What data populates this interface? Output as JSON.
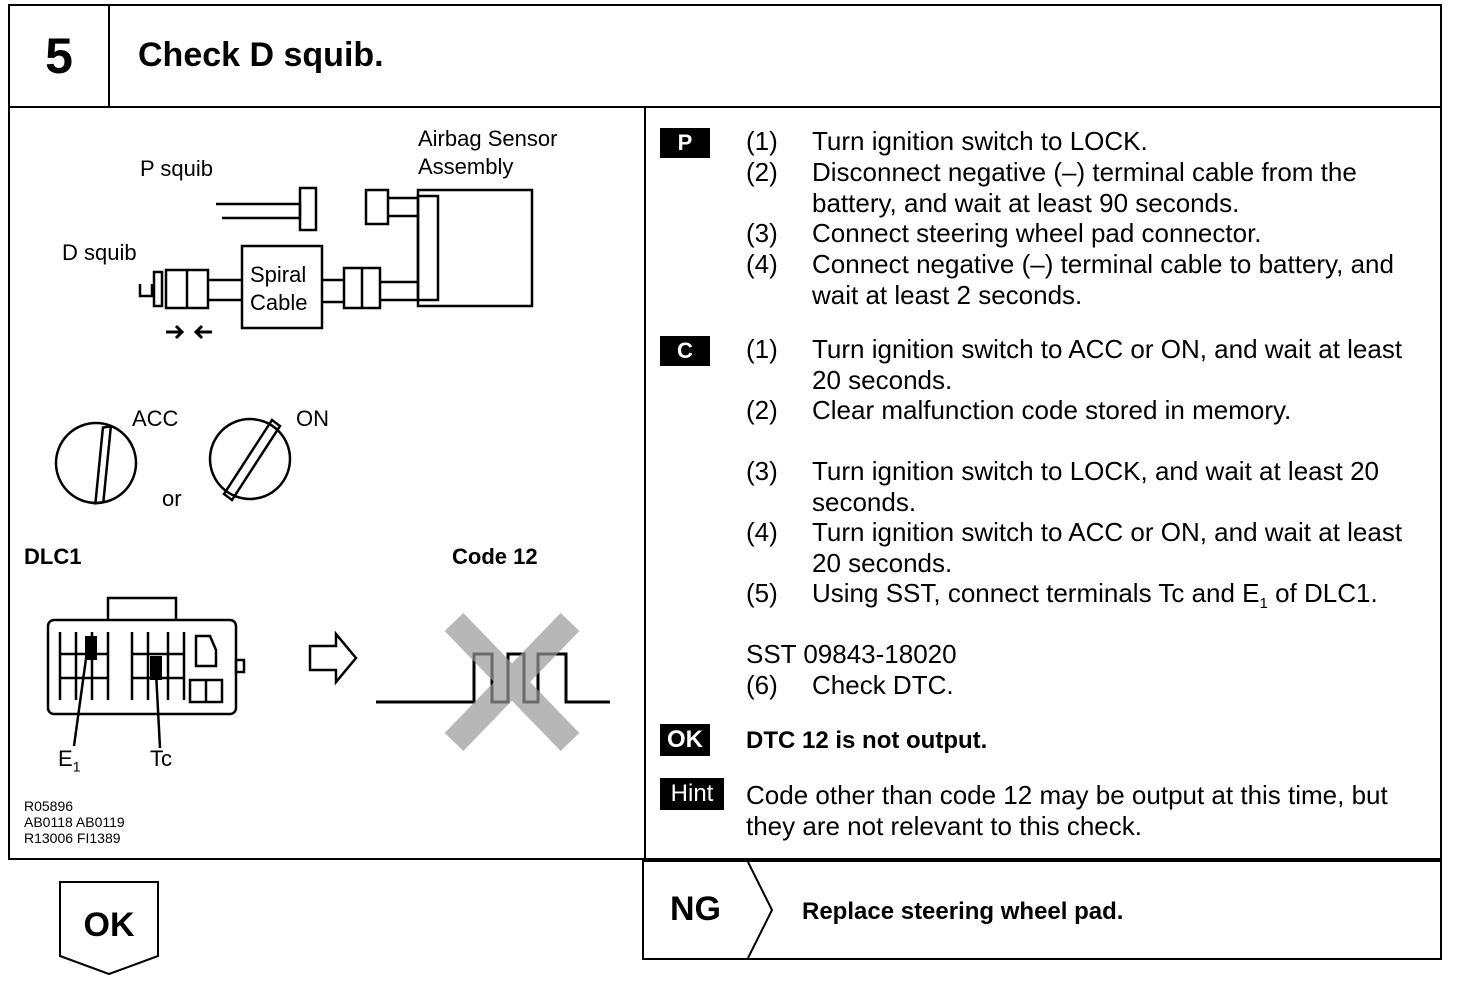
{
  "header": {
    "step_number": "5",
    "title": "Check D squib."
  },
  "diagram": {
    "p_squib": "P squib",
    "airbag_sensor_1": "Airbag Sensor",
    "airbag_sensor_2": "Assembly",
    "d_squib": "D squib",
    "spiral_1": "Spiral",
    "spiral_2": "Cable",
    "acc": "ACC",
    "on": "ON",
    "or": "or",
    "dlc1": "DLC1",
    "code12": "Code 12",
    "e1": "E",
    "e1_sub": "1",
    "tc": "Tc",
    "refs": [
      "R05896",
      "AB0118 AB0119",
      "R13006 FI1389"
    ]
  },
  "instructions": {
    "p_tag": "P",
    "p_steps": [
      {
        "num": "(1)",
        "text": "Turn ignition switch to LOCK."
      },
      {
        "num": "(2)",
        "text": "Disconnect negative (–) terminal cable from the battery, and wait at least 90 seconds."
      },
      {
        "num": "(3)",
        "text": "Connect steering wheel pad connector."
      },
      {
        "num": "(4)",
        "text": "Connect negative (–) terminal cable to battery, and wait at least 2 seconds."
      }
    ],
    "c_tag": "C",
    "c_steps": [
      {
        "num": "(1)",
        "text": "Turn ignition switch to ACC or ON, and wait at least 20 seconds."
      },
      {
        "num": "(2)",
        "text": "Clear malfunction code stored in memory."
      },
      {
        "num": "(3)",
        "text": "Turn ignition switch to LOCK, and wait at least 20 seconds."
      },
      {
        "num": "(4)",
        "text": "Turn ignition switch to ACC or ON, and wait at least 20 seconds."
      },
      {
        "num": "(5)",
        "text_a": "Using SST, connect terminals Tc and E",
        "text_sub": "1",
        "text_b": " of DLC1."
      },
      {
        "num": "(6)",
        "text": "Check DTC."
      }
    ],
    "sst": "SST 09843-18020",
    "ok_tag": "OK",
    "ok_text": "DTC 12 is not output.",
    "hint_tag": "Hint",
    "hint_text": "Code other than code 12 may be output at this time, but they are not relevant to this check."
  },
  "footer": {
    "ok_label": "OK",
    "ng_label": "NG",
    "ng_text": "Replace steering wheel pad."
  }
}
